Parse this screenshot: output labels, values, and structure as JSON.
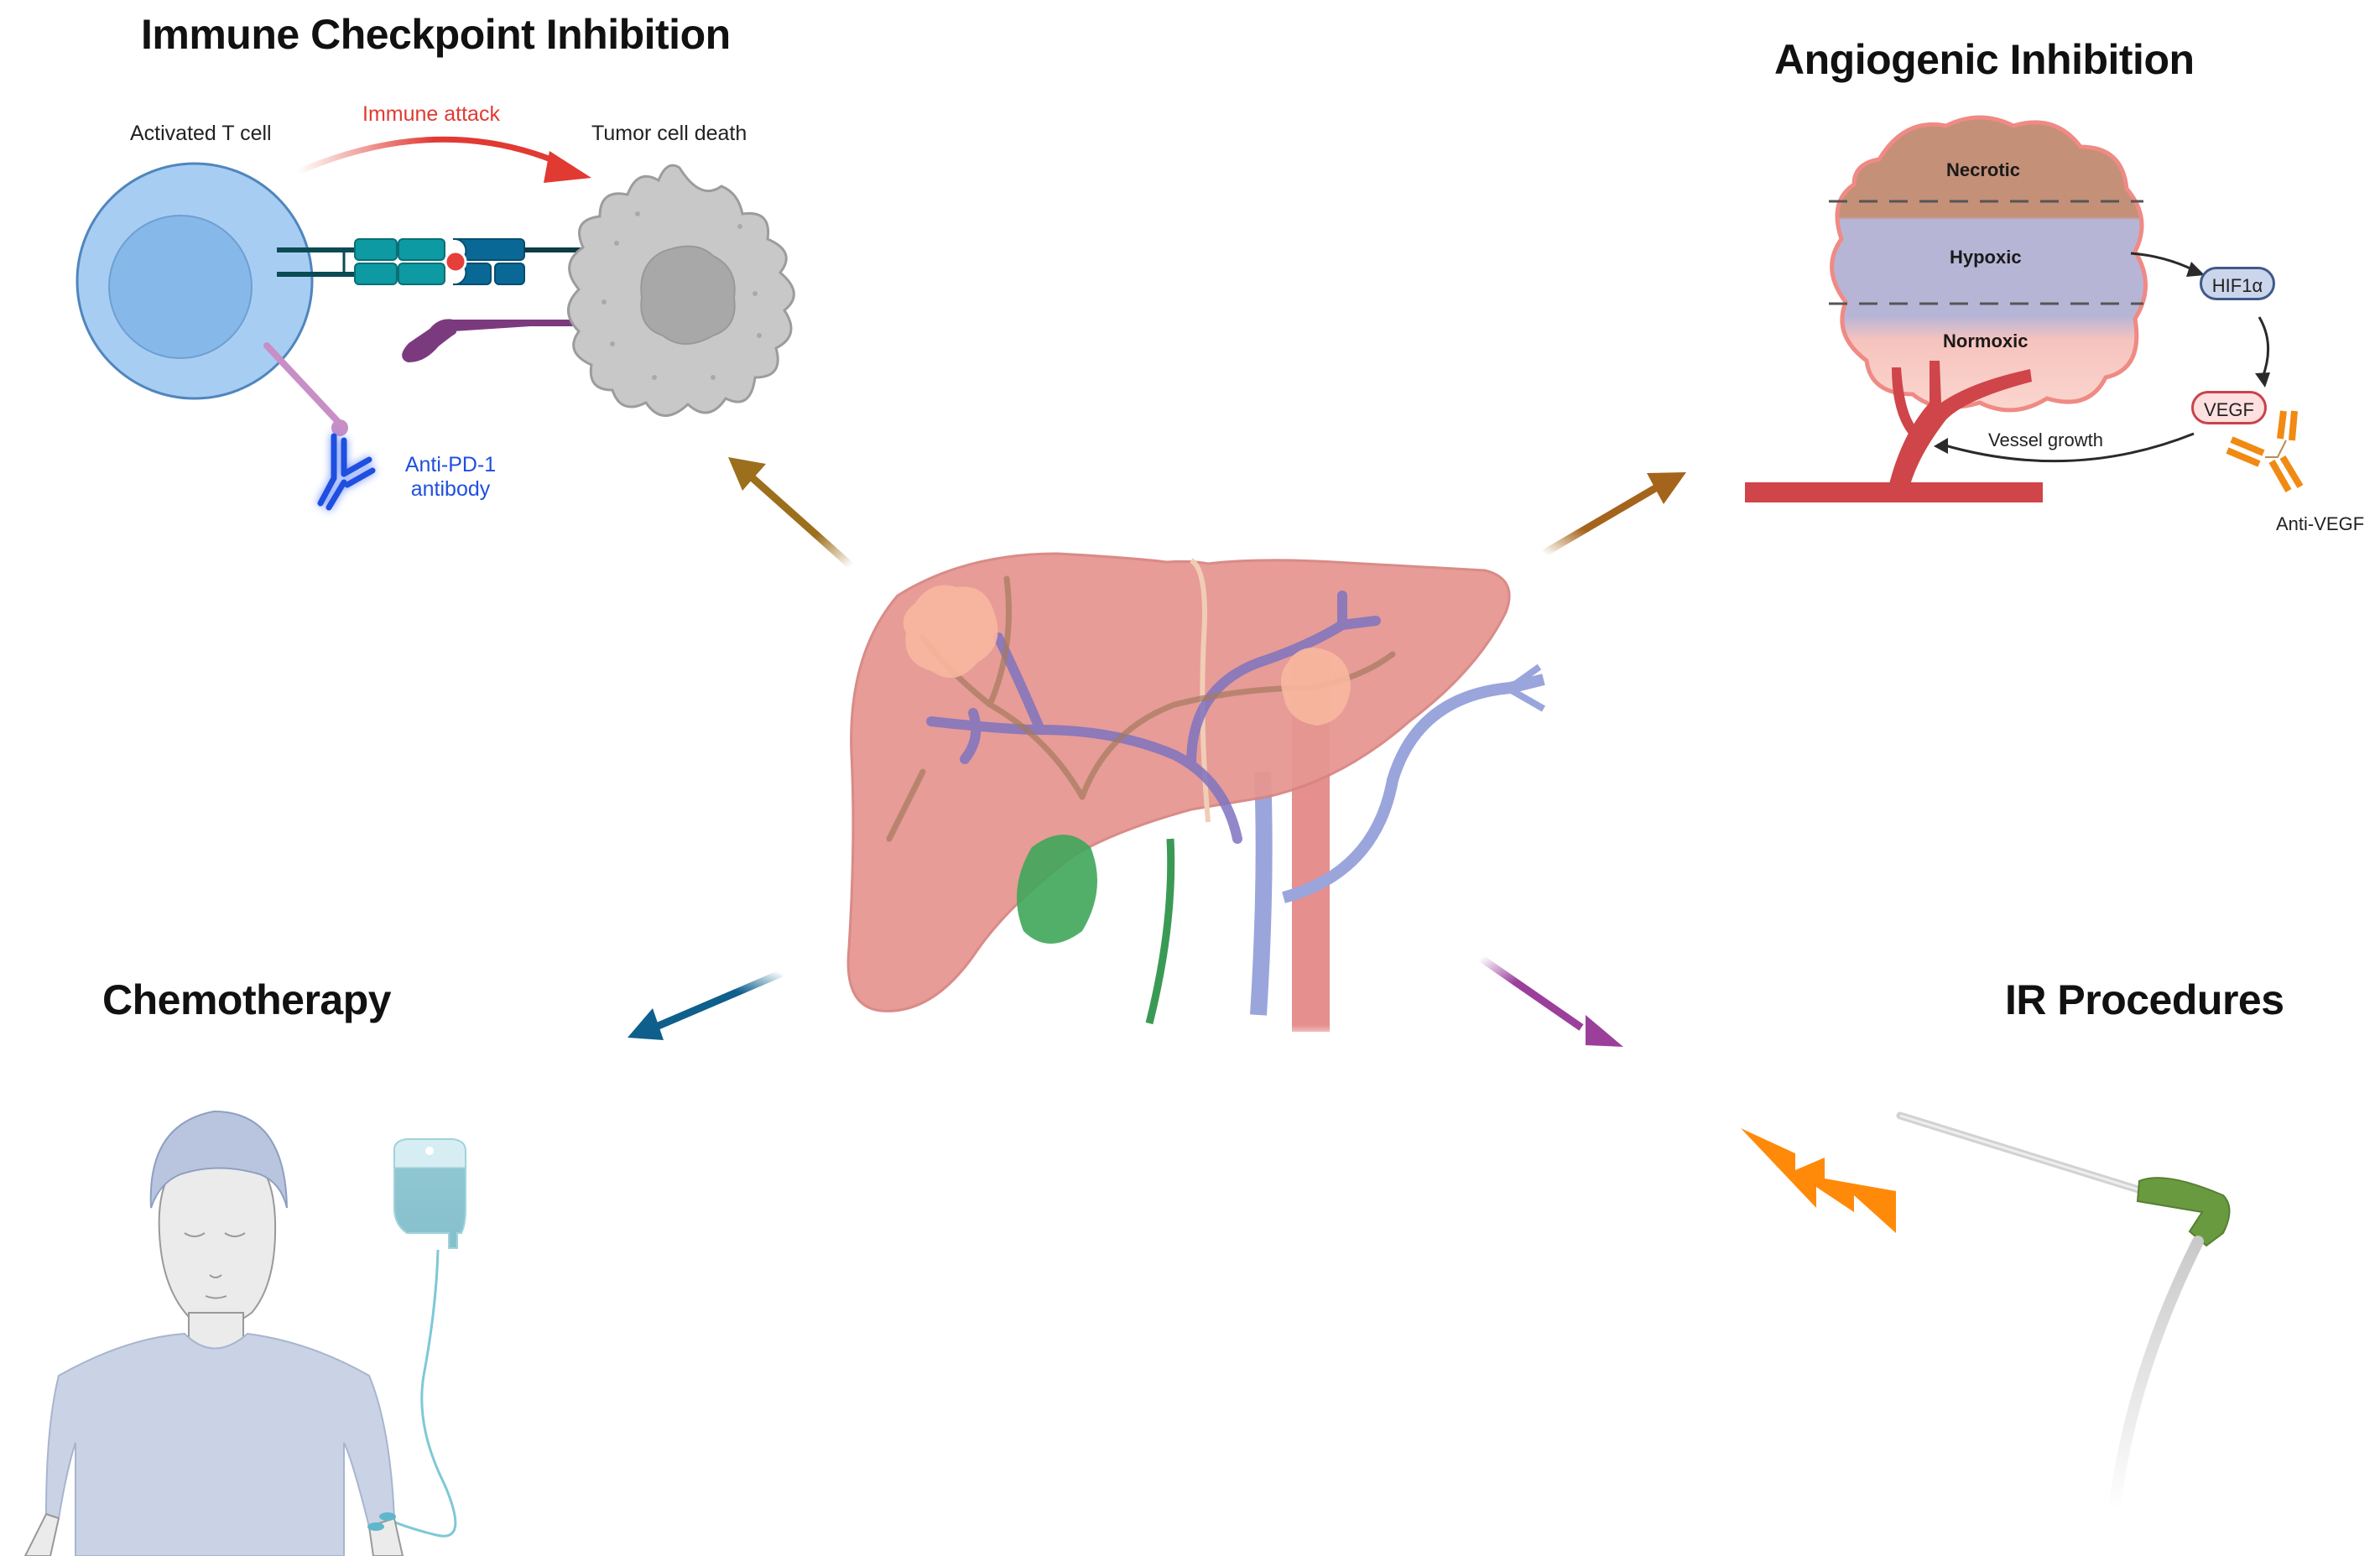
{
  "figure": {
    "center_organ": "liver",
    "panels": {
      "immune": {
        "title": "Immune Checkpoint Inhibition",
        "t_cell_label": "Activated T cell",
        "attack_label": "Immune attack",
        "tumor_label": "Tumor cell death",
        "antibody_label_line1": "Anti-PD-1",
        "antibody_label_line2": "antibody",
        "attack_color": "#e03a33",
        "antibody_color": "#1f4fe0",
        "arrow_color": "#9c6f1c"
      },
      "angiogenic": {
        "title": "Angiogenic Inhibition",
        "zones": [
          "Necrotic",
          "Hypoxic",
          "Normoxic"
        ],
        "hif_label": "HIF1α",
        "vegf_label": "VEGF",
        "vessel_label": "Vessel growth",
        "anti_vegf_label": "Anti-VEGF",
        "arrow_color": "#a5641b"
      },
      "chemo": {
        "title": "Chemotherapy",
        "arrow_color": "#0e5f8c"
      },
      "ir": {
        "title": "IR Procedures",
        "arrow_color": "#9b3f9b"
      }
    }
  }
}
